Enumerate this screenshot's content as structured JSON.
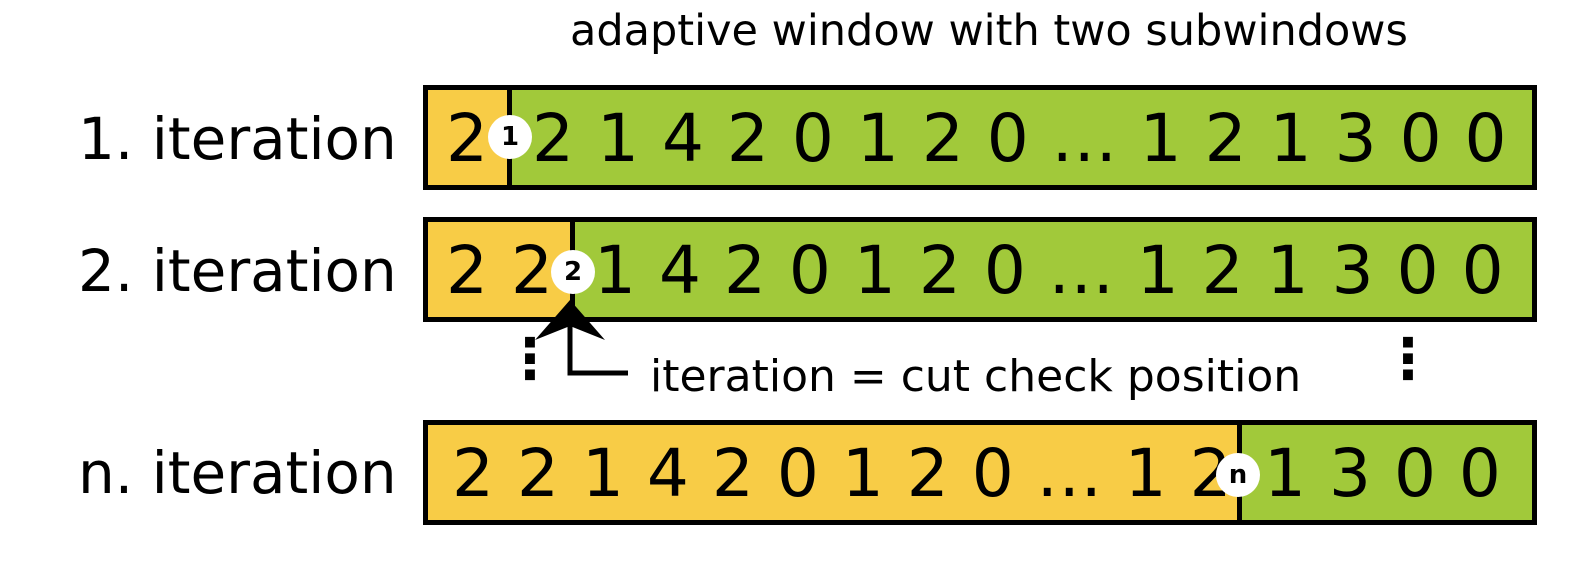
{
  "title": "adaptive window with two subwindows",
  "colors": {
    "subwindow_left": "#f8cc46",
    "subwindow_right": "#a1c93a",
    "border": "#000000",
    "marker_fill": "#ffffff"
  },
  "rows": [
    {
      "label": "1. iteration",
      "marker": "1",
      "left_sequence": "2",
      "right_sequence": "2 1 4 2 0 1 2 0 ... 1 2 1 3 0 0"
    },
    {
      "label": "2. iteration",
      "marker": "2",
      "left_sequence": "2 2",
      "right_sequence": "1 4 2 0 1 2 0 ... 1 2 1 3 0 0"
    },
    {
      "label": "n. iteration",
      "marker": "n",
      "left_sequence": "2 2 1 4 2 0 1 2 0 ... 1 2",
      "right_sequence": "1 3 0 0"
    }
  ],
  "annotation": "iteration = cut check position",
  "ellipsis": "⋮"
}
